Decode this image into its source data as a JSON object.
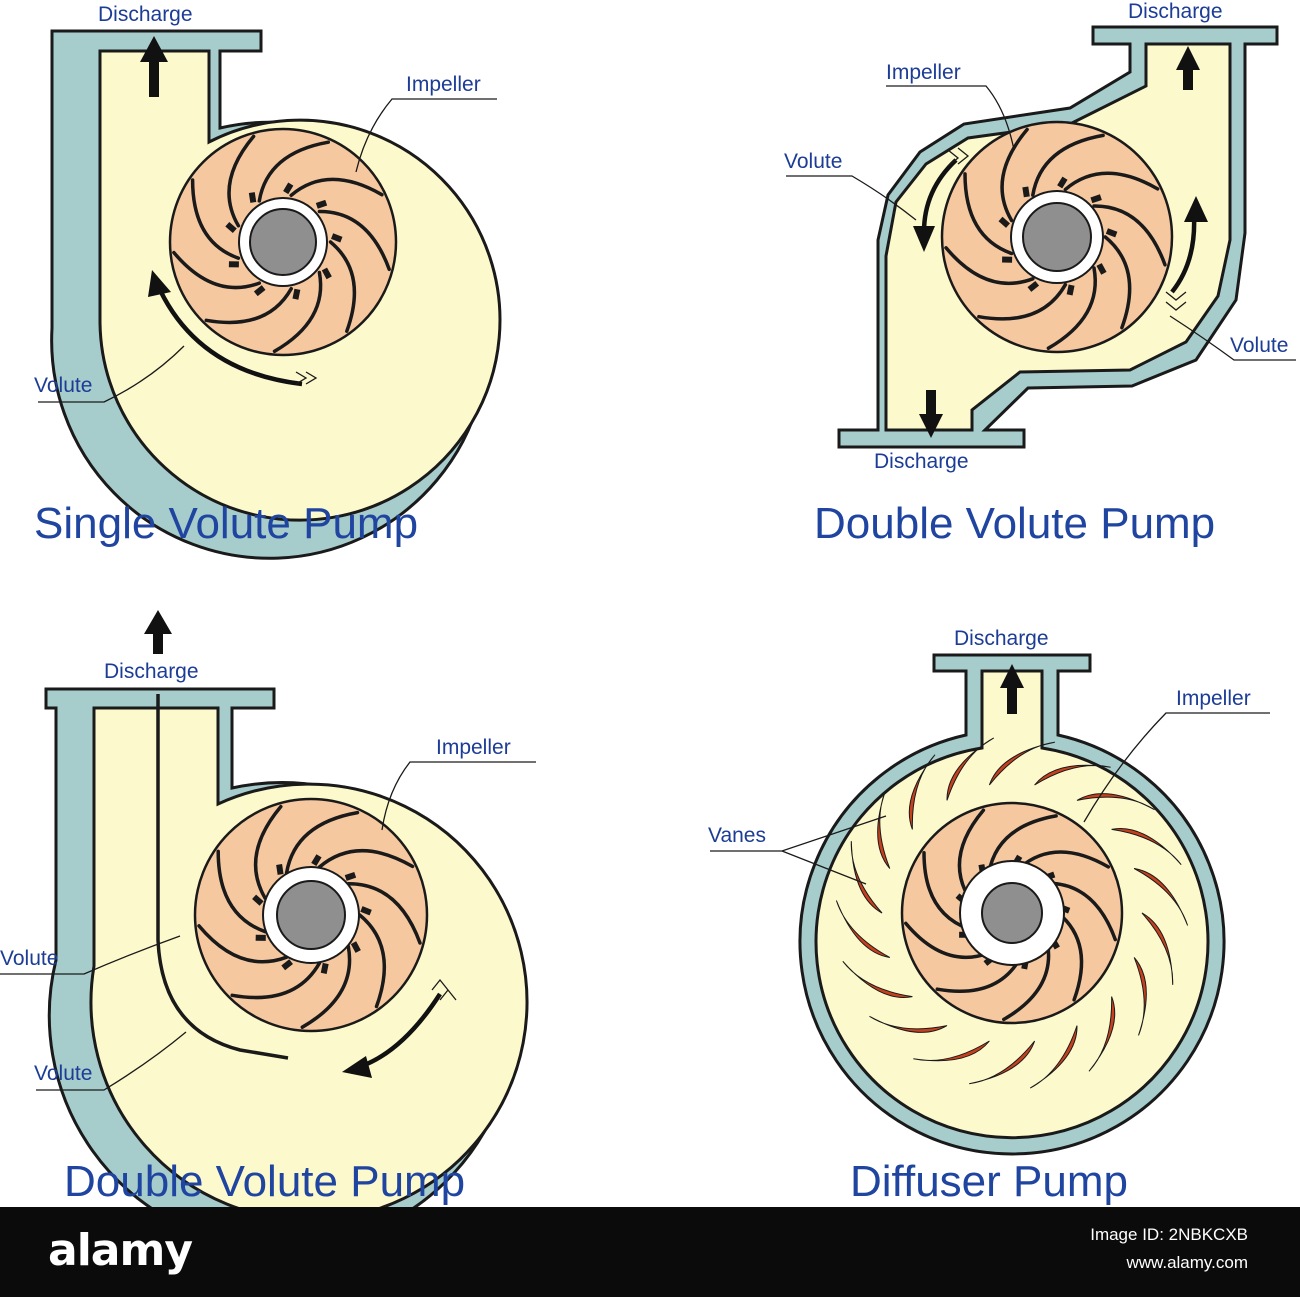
{
  "diagrams": {
    "single_volute": {
      "title": "Single Volute Pump",
      "discharge": "Discharge",
      "impeller": "Impeller",
      "volute": "Volute"
    },
    "double_volute_top": {
      "title": "Double Volute Pump",
      "discharge_top": "Discharge",
      "discharge_bottom": "Discharge",
      "impeller": "Impeller",
      "volute_left": "Volute",
      "volute_right": "Volute"
    },
    "double_volute_bottom": {
      "title": "Double Volute Pump",
      "discharge": "Discharge",
      "impeller": "Impeller",
      "volute_upper": "Volute",
      "volute_lower": "Volute"
    },
    "diffuser": {
      "title": "Diffuser Pump",
      "discharge": "Discharge",
      "impeller": "Impeller",
      "vanes": "Vanes"
    }
  },
  "colors": {
    "casing": "#a7cccc",
    "fluid": "#fcf9cc",
    "impeller": "#f6c8a0",
    "shaft": "#8f8f8f",
    "vane": "#c7401e",
    "label_text": "#1c3c96"
  },
  "footer": {
    "brand": "alamy",
    "image_id": "Image ID: 2NBKCXB",
    "site": "www.alamy.com"
  }
}
